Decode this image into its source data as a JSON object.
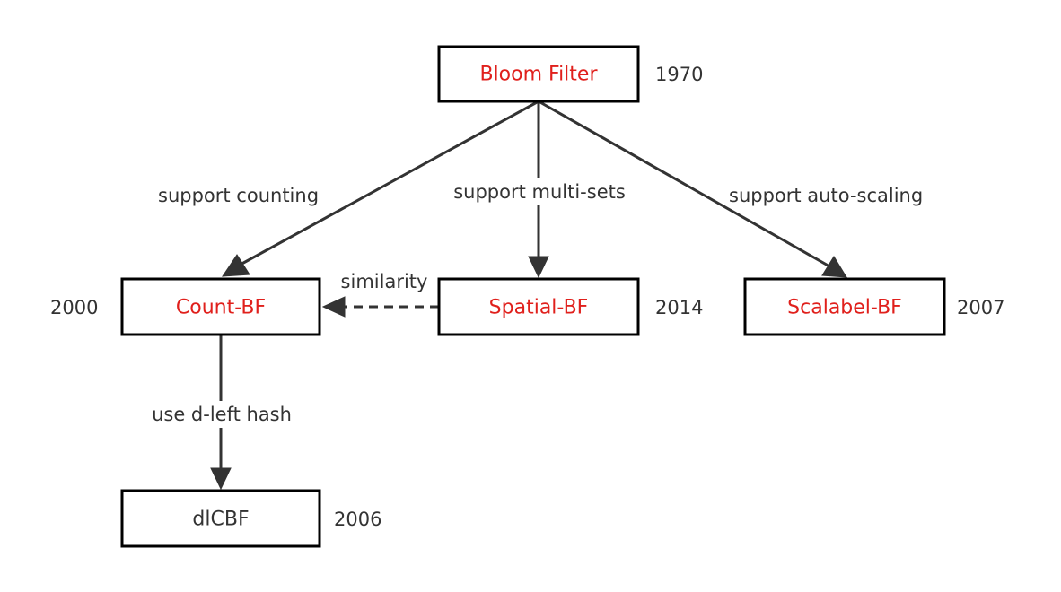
{
  "colors": {
    "highlight_text": "#e0201c",
    "normal_text": "#333333",
    "box_border": "#000000",
    "edge": "#333333"
  },
  "nodes": {
    "bloom_filter": {
      "label": "Bloom Filter",
      "year": "1970",
      "highlighted": true
    },
    "count_bf": {
      "label": "Count-BF",
      "year": "2000",
      "highlighted": true
    },
    "spatial_bf": {
      "label": "Spatial-BF",
      "year": "2014",
      "highlighted": true
    },
    "scalabel_bf": {
      "label": "Scalabel-BF",
      "year": "2007",
      "highlighted": true
    },
    "dlcbf": {
      "label": "dlCBF",
      "year": "2006",
      "highlighted": false
    }
  },
  "edges": {
    "support_counting": {
      "from": "bloom_filter",
      "to": "count_bf",
      "label": "support counting",
      "style": "solid"
    },
    "support_multi_sets": {
      "from": "bloom_filter",
      "to": "spatial_bf",
      "label": "support multi-sets",
      "style": "solid"
    },
    "support_auto_scaling": {
      "from": "bloom_filter",
      "to": "scalabel_bf",
      "label": "support auto-scaling",
      "style": "solid"
    },
    "similarity": {
      "from": "spatial_bf",
      "to": "count_bf",
      "label": "similarity",
      "style": "dashed"
    },
    "use_d_left_hash": {
      "from": "count_bf",
      "to": "dlcbf",
      "label": "use d-left hash",
      "style": "solid"
    }
  }
}
